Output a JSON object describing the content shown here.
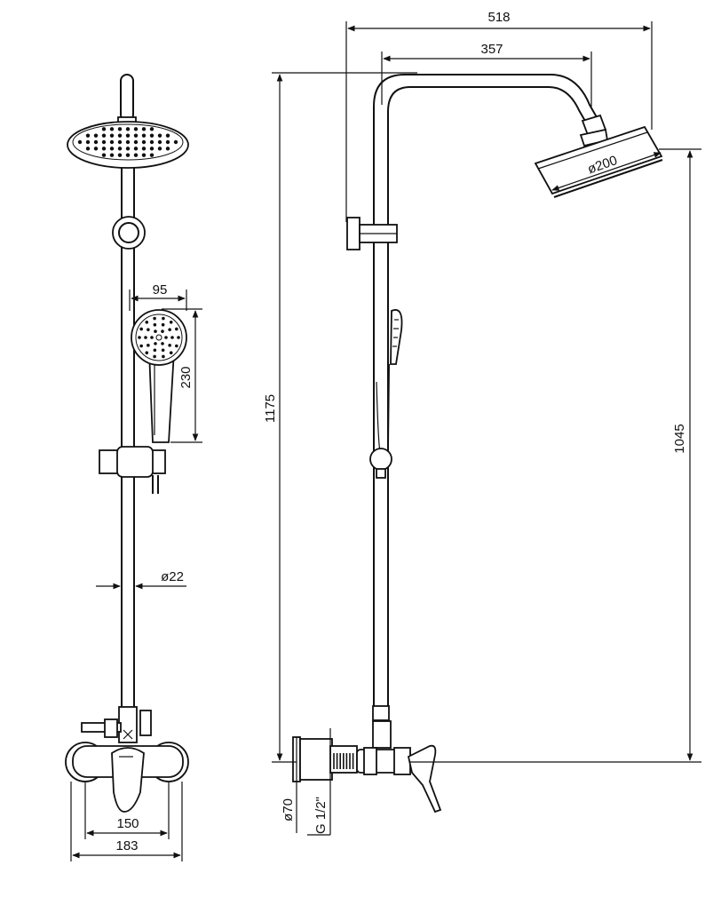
{
  "dimensions": {
    "front": {
      "hand_shower_width": "95",
      "hand_shower_length": "230",
      "pipe_diameter": "ø22",
      "inlet_spacing": "150",
      "overall_width": "183"
    },
    "side": {
      "total_reach": "518",
      "arm_reach": "357",
      "head_diameter": "ø200",
      "total_height": "1175",
      "head_height": "1045",
      "rosette_diameter": "ø70",
      "thread": "G 1/2\""
    }
  }
}
